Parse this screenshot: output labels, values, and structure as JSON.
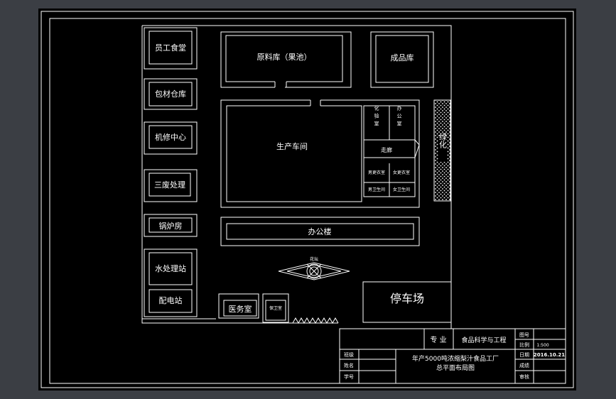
{
  "colors": {
    "background": "#000000",
    "line": "#ffffff",
    "outer_bg": "#3b3e44"
  },
  "rooms": {
    "staff_canteen": "员工食堂",
    "packaging_warehouse": "包材仓库",
    "machine_repair": "机修中心",
    "waste_treatment": "三废处理",
    "boiler_room": "锅炉房",
    "water_treatment": "水处理站",
    "power_distribution": "配电站",
    "medical_room": "医务室",
    "guard_room": "保卫室",
    "raw_material_store": "原料库（果池）",
    "finished_goods_store": "成品库",
    "production_workshop": "生产车间",
    "lab": "化验室",
    "office_small": "办公室",
    "corridor": "走廊",
    "male_changing": "男更衣室",
    "female_changing": "女更衣室",
    "male_restroom": "男卫生间",
    "female_restroom": "女卫生间",
    "greenbelt": "绿化",
    "office_building": "办公楼",
    "flower_bed": "花坛",
    "parking_lot": "停车场"
  },
  "title_block": {
    "major_label": "专 业",
    "major_value": "食品科学与工程",
    "drawing_no_label": "图号",
    "scale_label": "比例",
    "scale_value": "1:500",
    "class_label": "班级",
    "name_label": "姓名",
    "student_id_label": "学号",
    "title_line1": "年产5000吨浓缩梨汁食品工厂",
    "title_line2": "总平面布局图",
    "date_label": "日期",
    "date_value": "2016.10.21",
    "grade_label": "成绩",
    "reviewer_label": "审核"
  }
}
